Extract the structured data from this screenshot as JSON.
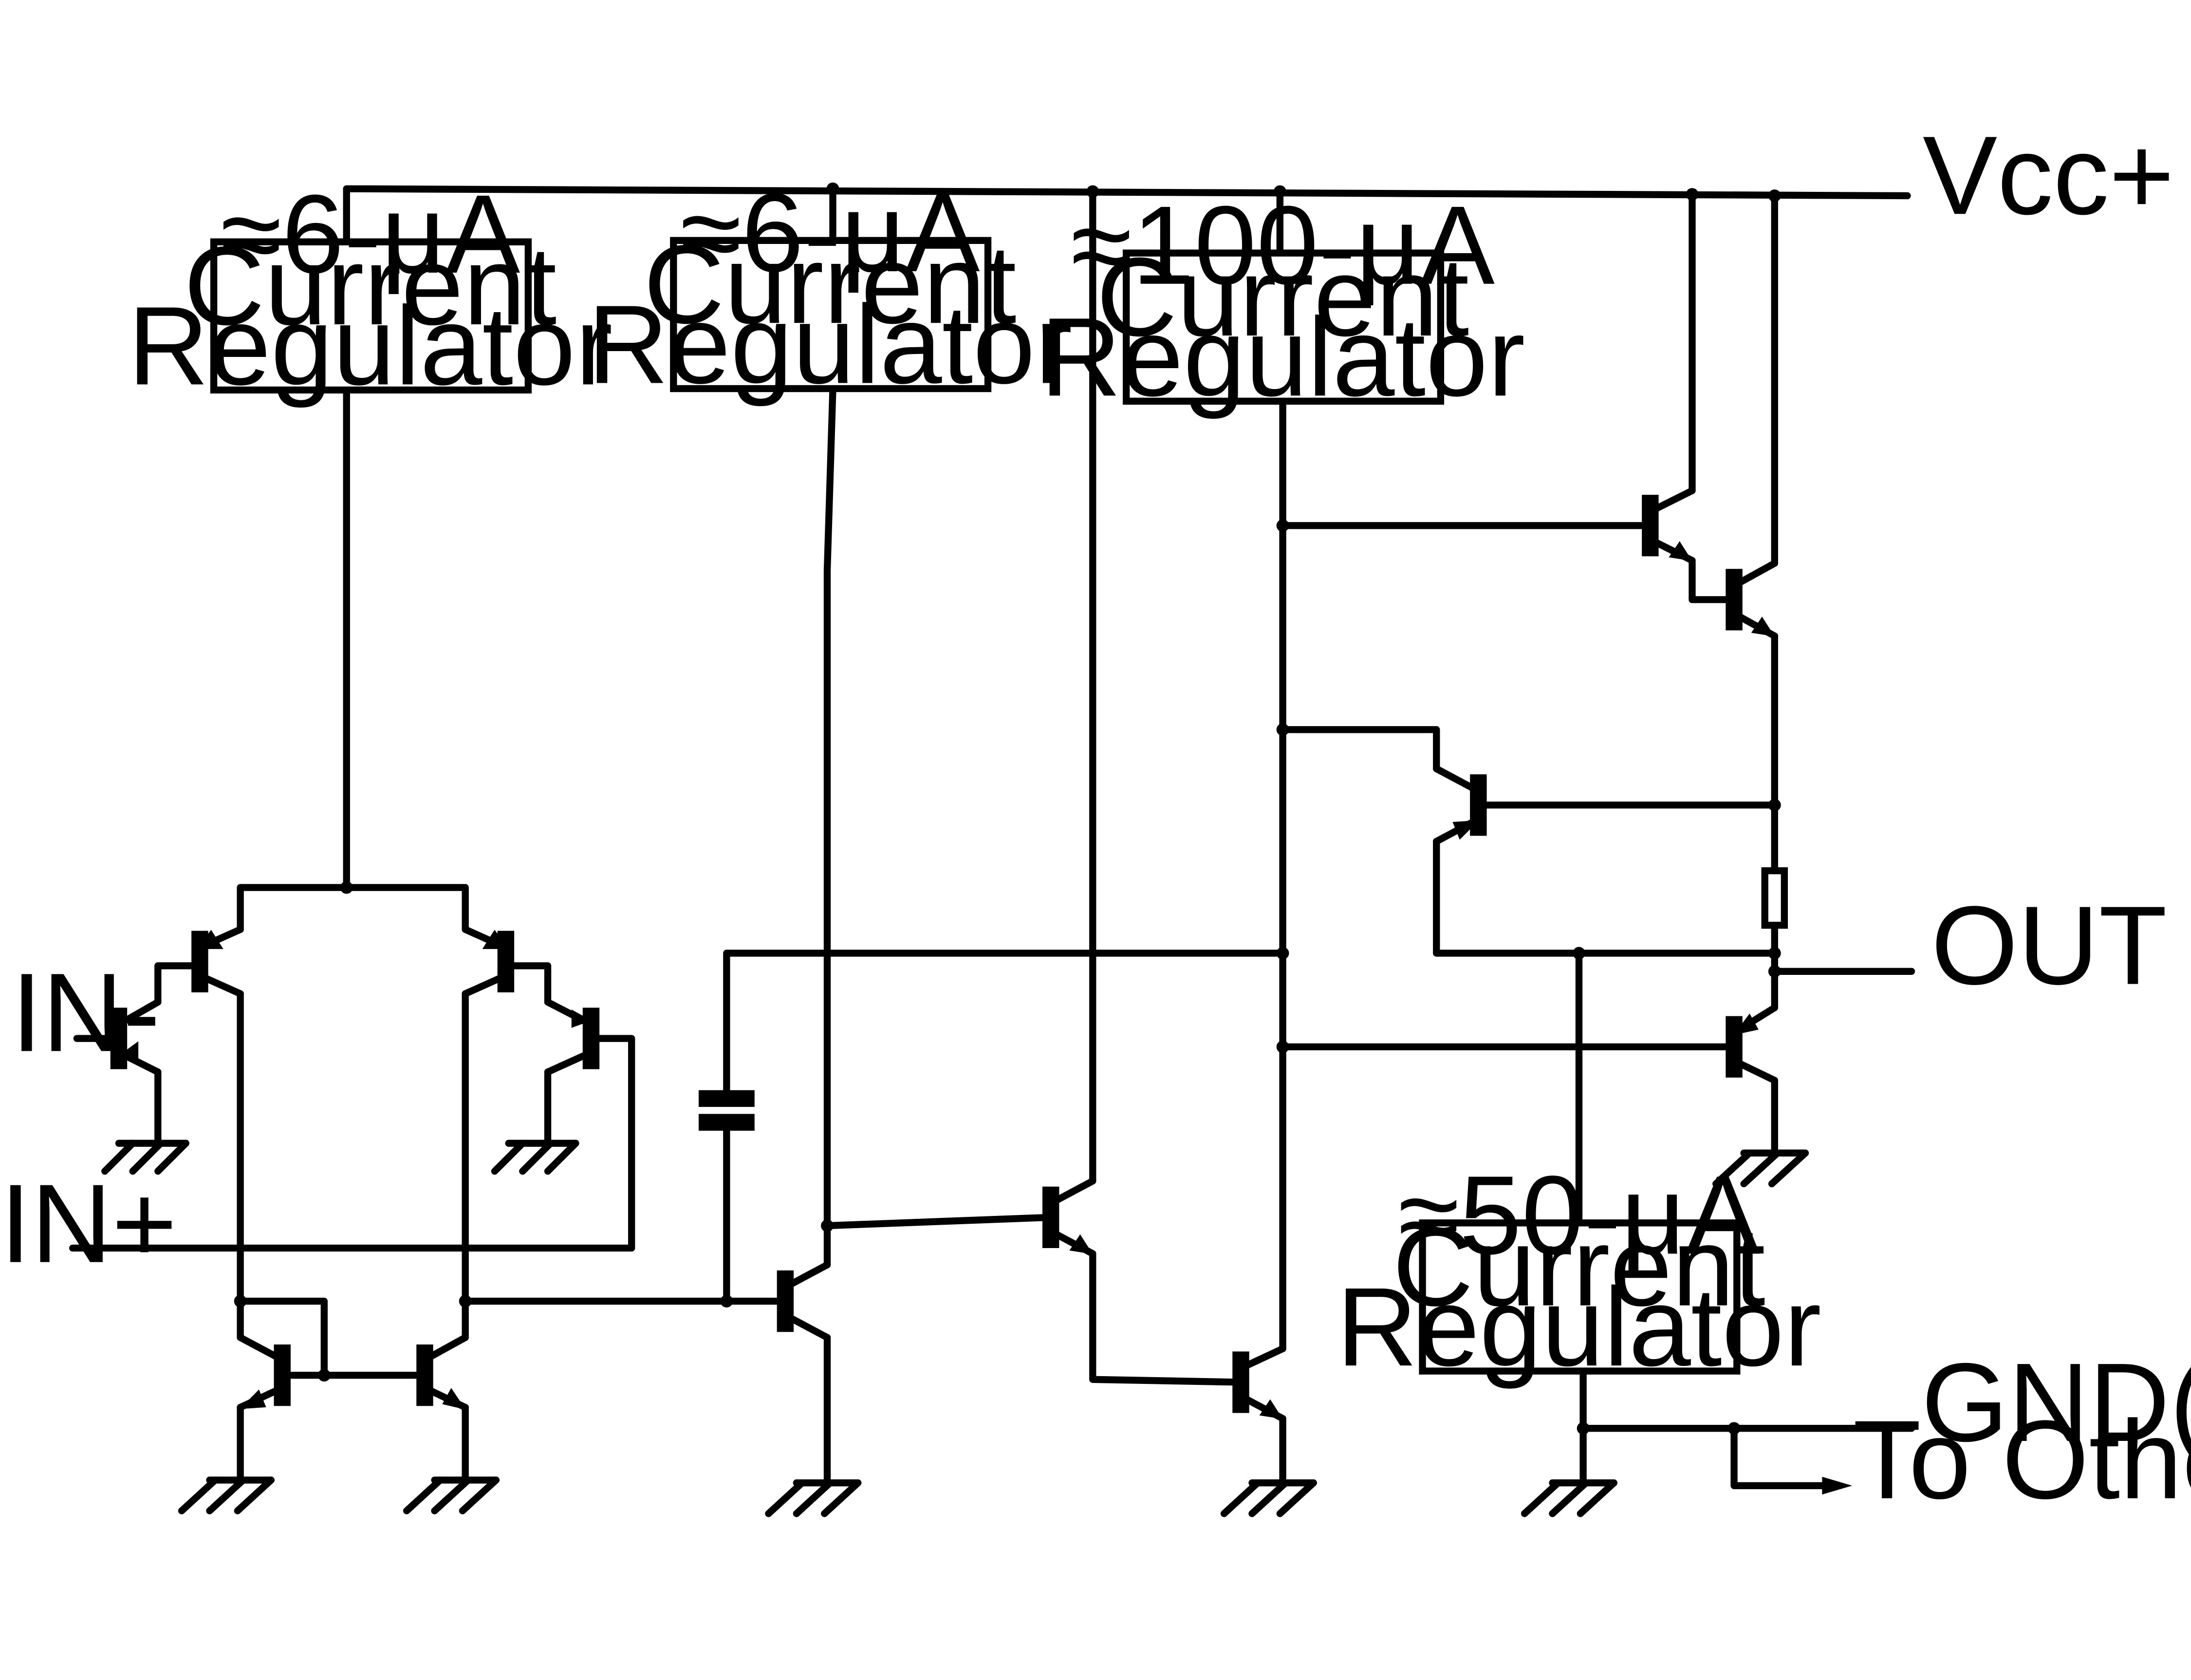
{
  "supply": {
    "vcc_plus": "Vcc+",
    "gnd": "GND(or Vcc-)"
  },
  "inputs": {
    "in_minus": "IN-",
    "in_plus": "IN+"
  },
  "output": {
    "out": "OUT",
    "to_other": "To Other Amplifiers"
  },
  "regulators": [
    {
      "value": "≈6-μA",
      "line1": "Current",
      "line2": "Regulator"
    },
    {
      "value": "≈6-μA",
      "line1": "Current",
      "line2": "Regulator"
    },
    {
      "value": "≈100-μA",
      "line1": "Current",
      "line2": "Regulator"
    },
    {
      "value": "≈50-μA",
      "line1": "Current",
      "line2": "Regulator"
    }
  ]
}
